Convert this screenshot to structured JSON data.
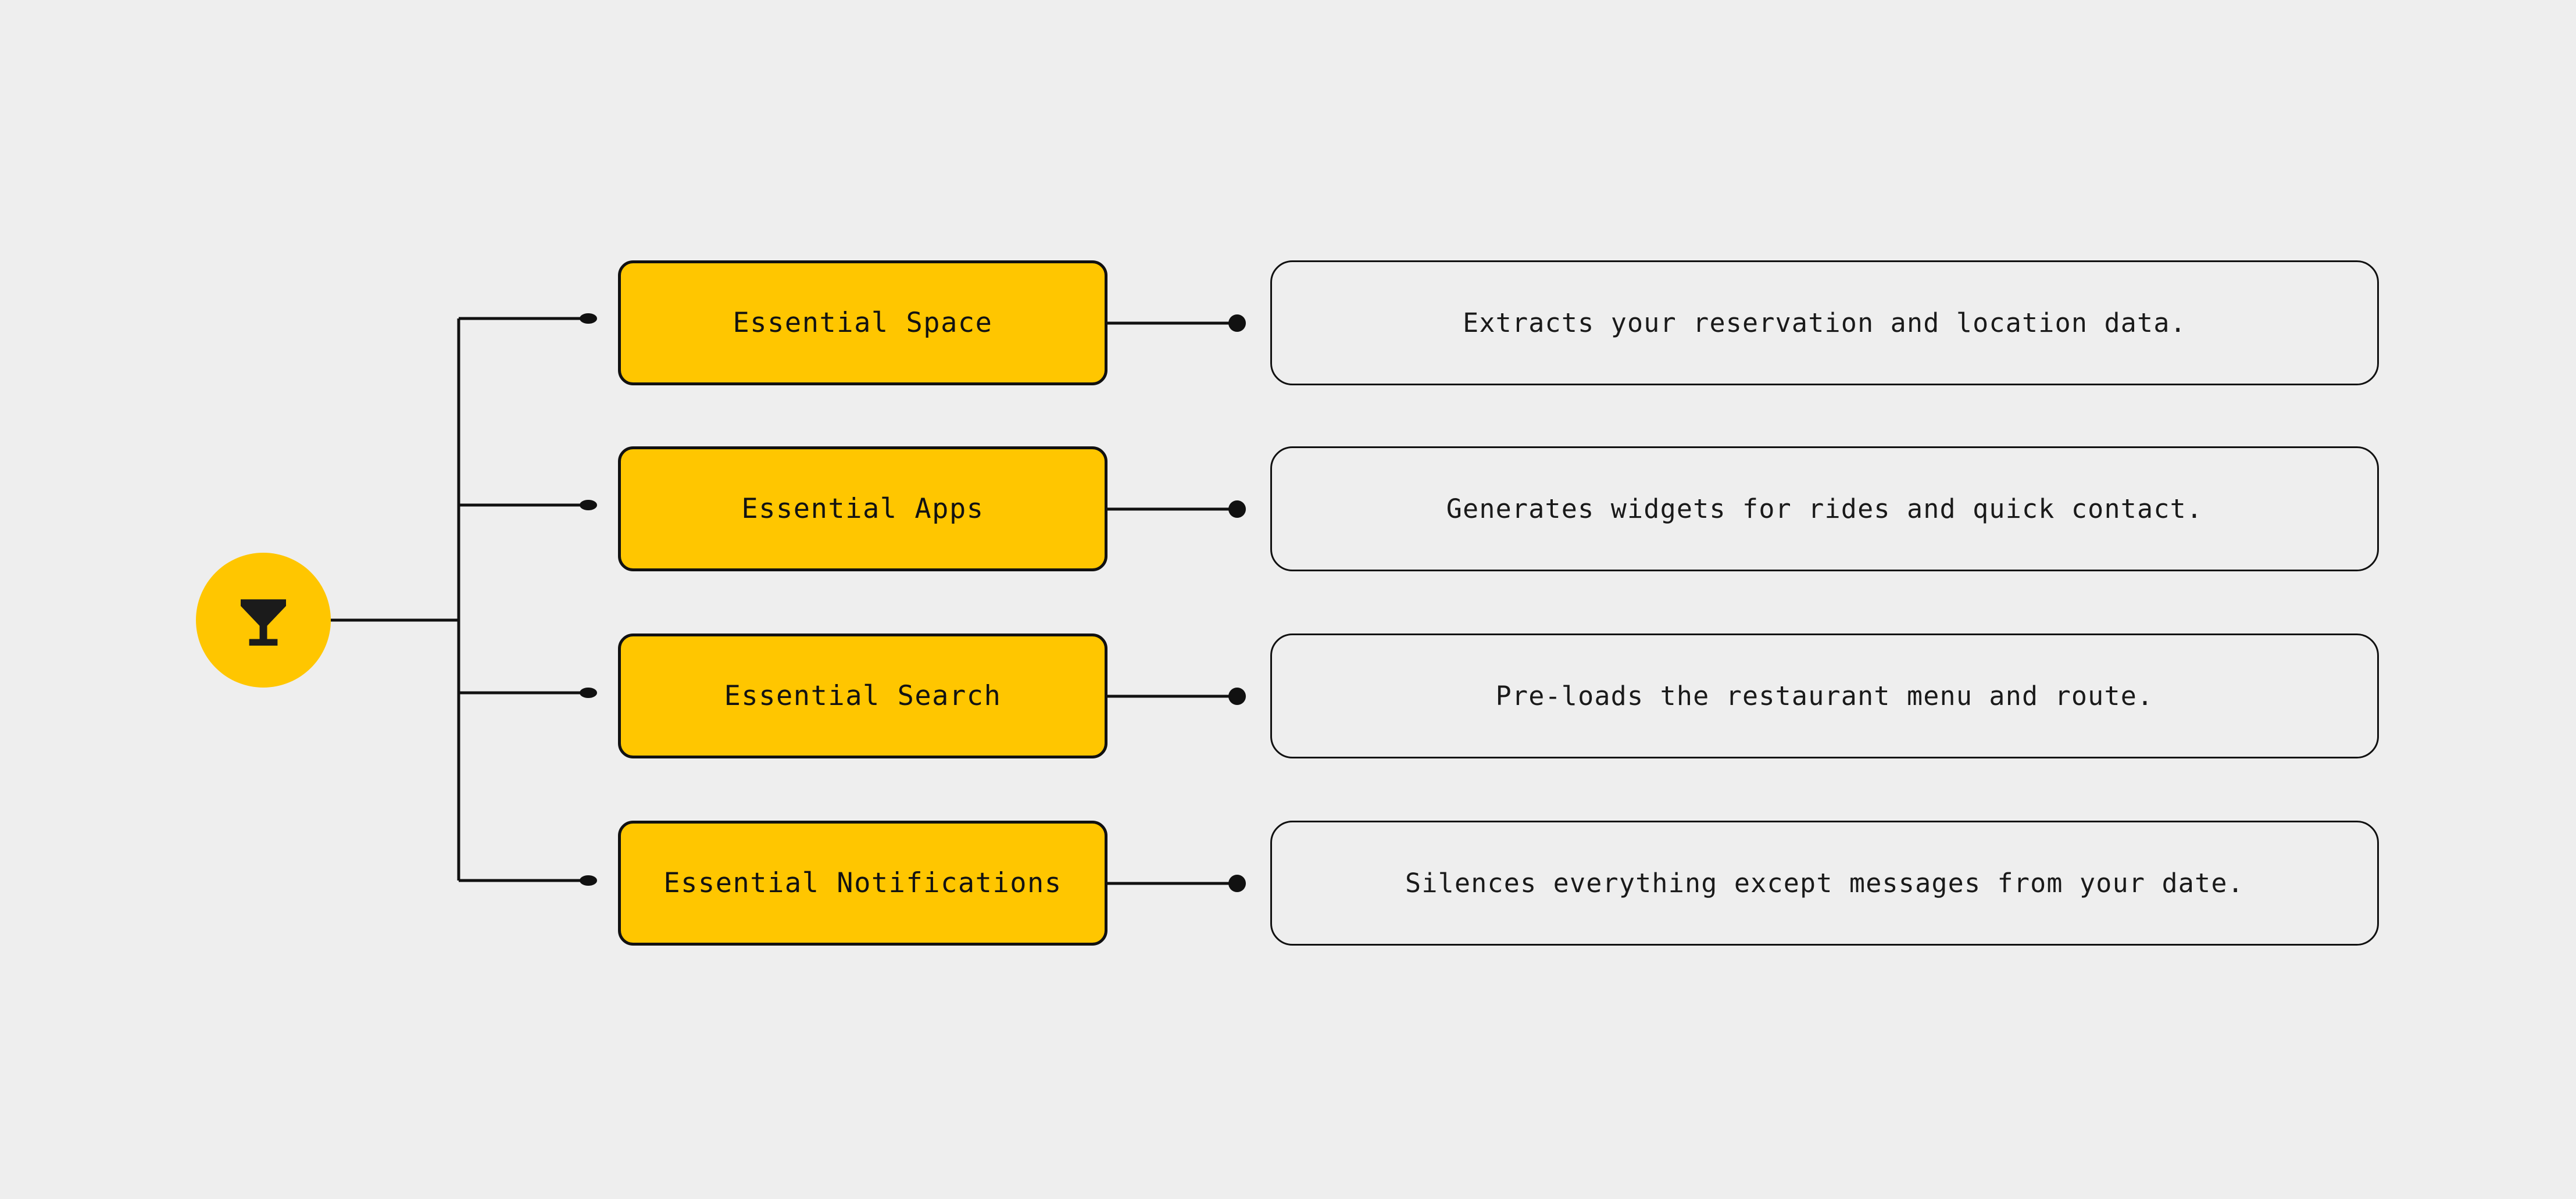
{
  "theme": {
    "background": "#eeeeee",
    "accent": "#FFC600",
    "stroke": "#111111",
    "text": "#121212"
  },
  "root": {
    "icon": "cocktail-glass-icon",
    "label": ""
  },
  "rows": [
    {
      "node_label": "Essential Space",
      "description": "Extracts your reservation and location data."
    },
    {
      "node_label": "Essential Apps",
      "description": "Generates widgets for rides and quick contact."
    },
    {
      "node_label": "Essential Search",
      "description": "Pre-loads the restaurant menu and route."
    },
    {
      "node_label": "Essential Notifications",
      "description": "Silences everything except messages from your date."
    }
  ]
}
